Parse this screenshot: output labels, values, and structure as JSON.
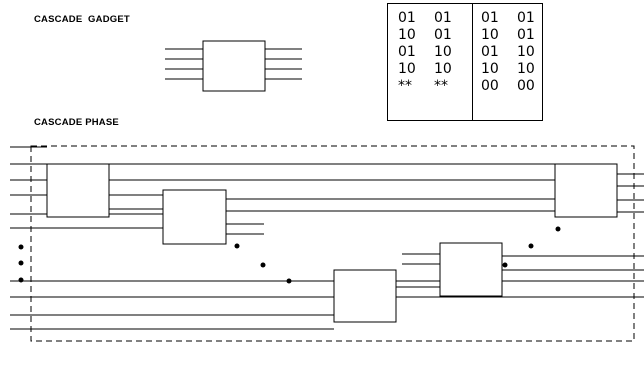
{
  "labels": {
    "gadget": "CASCADE  GADGET",
    "phase": "CASCADE PHASE"
  },
  "table": {
    "left_rows": [
      [
        "01",
        "01"
      ],
      [
        "10",
        "01"
      ],
      [
        "01",
        "10"
      ],
      [
        "10",
        "10"
      ],
      [
        "**",
        "**"
      ]
    ],
    "right_rows": [
      [
        "01",
        "01"
      ],
      [
        "10",
        "01"
      ],
      [
        "01",
        "10"
      ],
      [
        "10",
        "10"
      ],
      [
        "00",
        "00"
      ]
    ]
  }
}
